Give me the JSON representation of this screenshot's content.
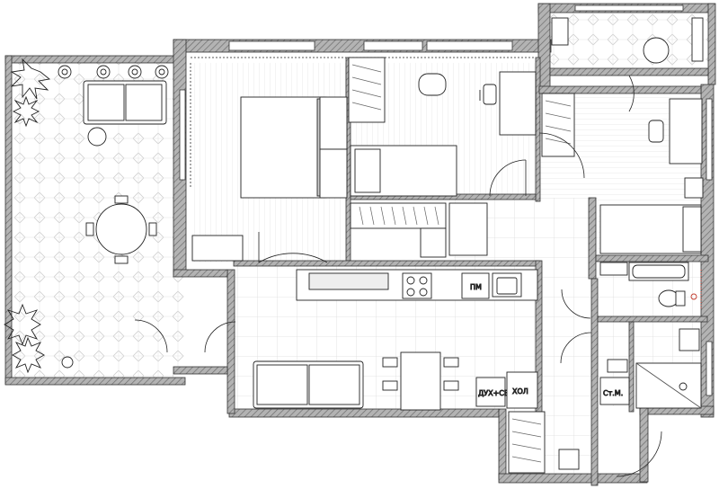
{
  "labels": {
    "dishwasher": "ПМ",
    "oven_microwave": "ДУХ+СВЧ",
    "fridge": "ХОЛ",
    "washing_machine": "Ст.М."
  },
  "colors": {
    "wall": "#a7a7a7",
    "wall_hatch": "#6e6e6e",
    "outline": "#222222",
    "grid": "#dcdcdc",
    "parquet": "#e8e8e8",
    "accent": "#c0392b"
  },
  "icons": [
    "plant-icon",
    "armchair-icon",
    "sofa-icon",
    "bed-icon",
    "table-icon",
    "chair-icon",
    "hob-icon",
    "sink-icon",
    "bathtub-icon",
    "toilet-icon",
    "shower-icon",
    "door-swing-icon"
  ]
}
